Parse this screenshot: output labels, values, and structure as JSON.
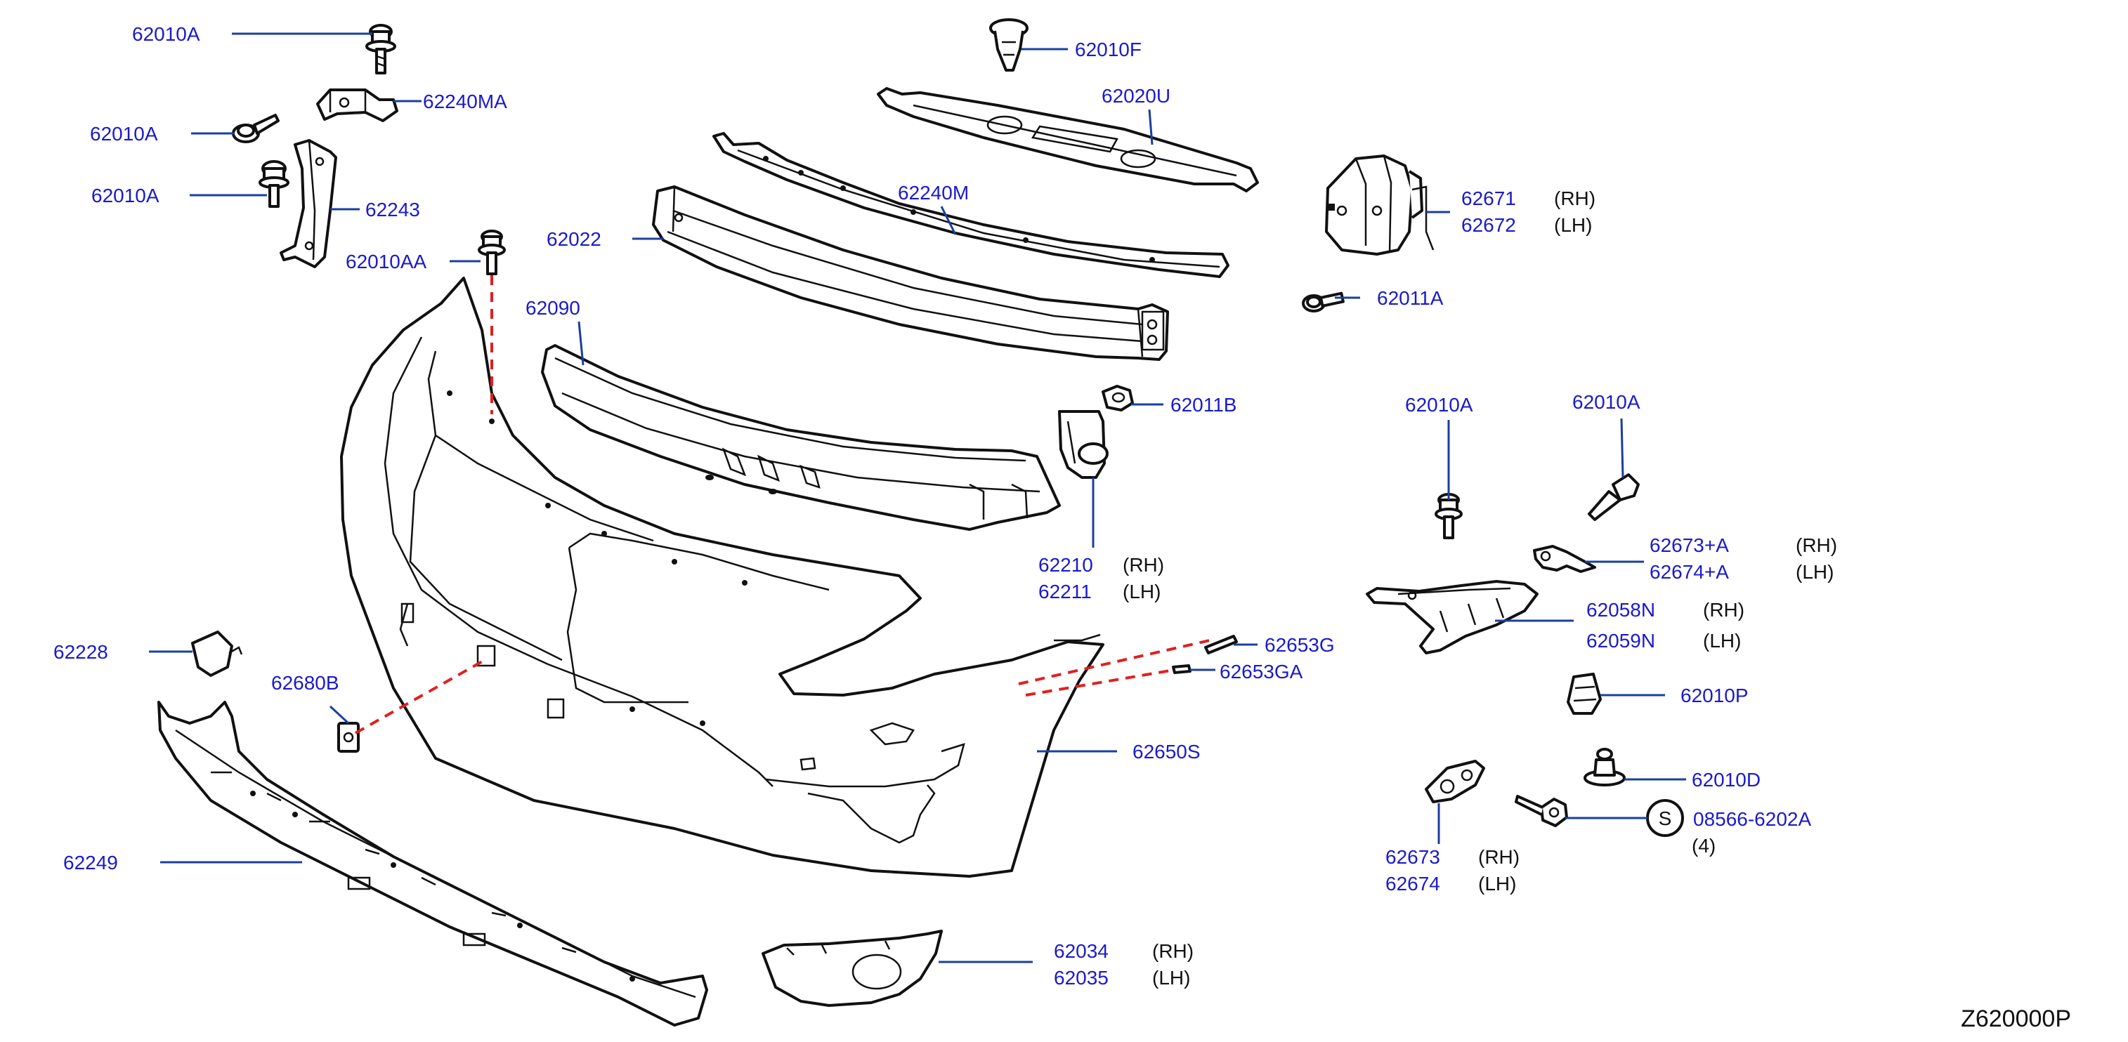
{
  "diagram_code": "Z620000P",
  "side_labels": {
    "rh": "(RH)",
    "lh": "(LH)"
  },
  "screw_symbol": "S",
  "parts": [
    {
      "id": "p1",
      "number": "62010A"
    },
    {
      "id": "p2",
      "number": "62240MA"
    },
    {
      "id": "p3",
      "number": "62010A"
    },
    {
      "id": "p4",
      "number": "62010A"
    },
    {
      "id": "p5",
      "number": "62243"
    },
    {
      "id": "p6",
      "number": "62010AA"
    },
    {
      "id": "p7",
      "number": "62010F"
    },
    {
      "id": "p8",
      "number": "62020U"
    },
    {
      "id": "p9",
      "number": "62240M"
    },
    {
      "id": "p10",
      "number": "62022"
    },
    {
      "id": "p11",
      "number": "62090"
    },
    {
      "id": "p12",
      "number": "62671",
      "side": "(RH)"
    },
    {
      "id": "p13",
      "number": "62672",
      "side": "(LH)"
    },
    {
      "id": "p14",
      "number": "62011A"
    },
    {
      "id": "p15",
      "number": "62011B"
    },
    {
      "id": "p16",
      "number": "62210",
      "side": "(RH)"
    },
    {
      "id": "p17",
      "number": "62211",
      "side": "(LH)"
    },
    {
      "id": "p18",
      "number": "62010A"
    },
    {
      "id": "p19",
      "number": "62010A"
    },
    {
      "id": "p20",
      "number": "62673+A",
      "side": "(RH)"
    },
    {
      "id": "p21",
      "number": "62674+A",
      "side": "(LH)"
    },
    {
      "id": "p22",
      "number": "62058N",
      "side": "(RH)"
    },
    {
      "id": "p23",
      "number": "62059N",
      "side": "(LH)"
    },
    {
      "id": "p24",
      "number": "62653G"
    },
    {
      "id": "p25",
      "number": "62653GA"
    },
    {
      "id": "p26",
      "number": "62228"
    },
    {
      "id": "p27",
      "number": "62680B"
    },
    {
      "id": "p28",
      "number": "62010P"
    },
    {
      "id": "p29",
      "number": "62650S"
    },
    {
      "id": "p30",
      "number": "62010D"
    },
    {
      "id": "p31",
      "number": "08566-6202A",
      "qty": "(4)"
    },
    {
      "id": "p32",
      "number": "62249"
    },
    {
      "id": "p33",
      "number": "62673",
      "side": "(RH)"
    },
    {
      "id": "p34",
      "number": "62674",
      "side": "(LH)"
    },
    {
      "id": "p35",
      "number": "62034",
      "side": "(RH)"
    },
    {
      "id": "p36",
      "number": "62035",
      "side": "(LH)"
    }
  ]
}
